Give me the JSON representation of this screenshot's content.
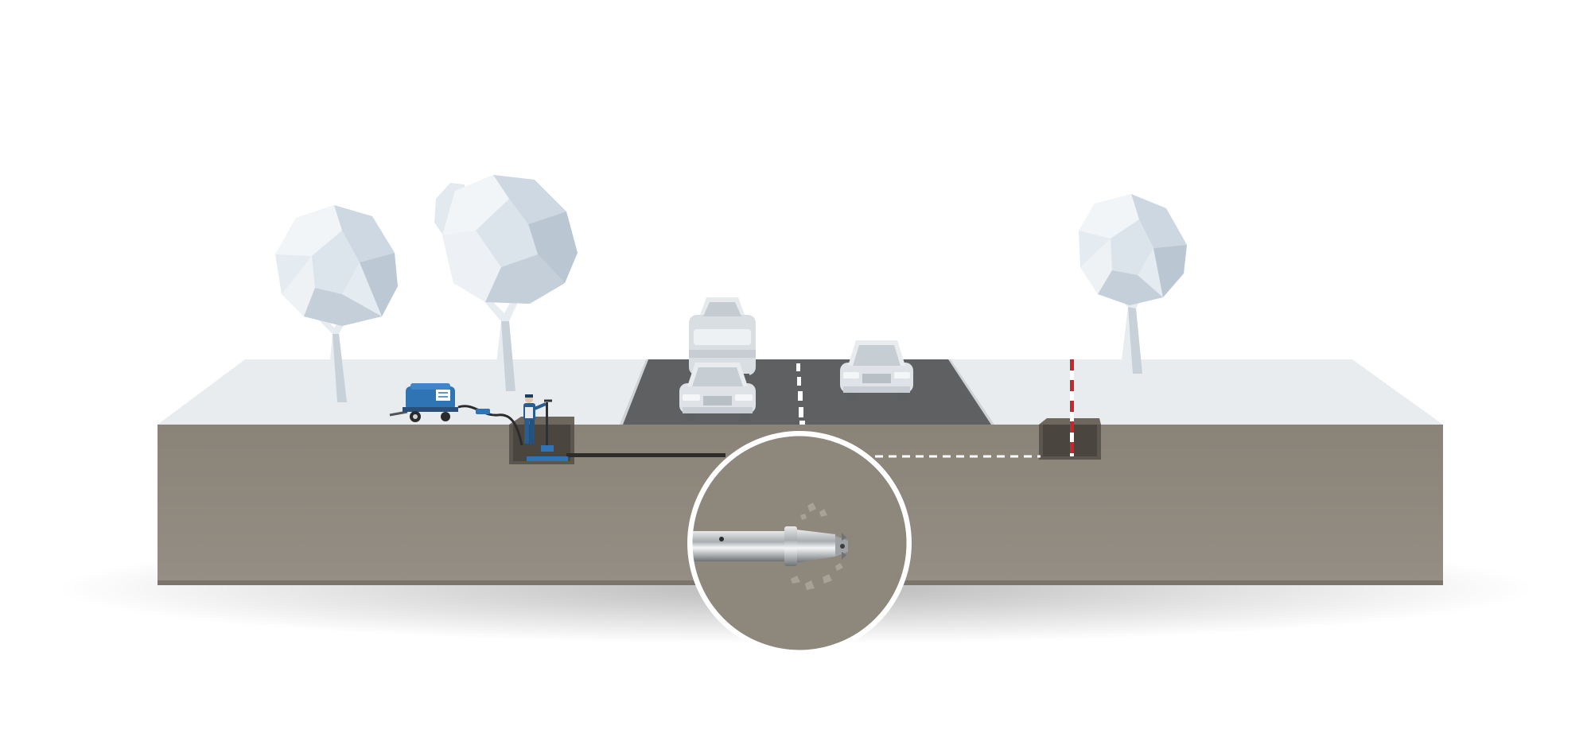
{
  "scene": {
    "type": "trenchless-pipe-installation-illustration",
    "colors": {
      "background": "#ffffff",
      "ground_top": "#e9ecee",
      "soil": "#8f887d",
      "road": "#5f6061",
      "road_marking": "#ffffff",
      "tree_foliage": "#e4ecf2",
      "car_body": "#dfe3e7",
      "compressor_blue": "#2f74b5",
      "worker_blue": "#2a5d8f",
      "marker_red": "#c8262a",
      "bore_path": "#ffffff",
      "tool_steel": "#b9bcbe"
    },
    "elements": {
      "trees": 3,
      "cars": 3,
      "pits": 2,
      "workers": 1,
      "compressors": 1,
      "survey_poles": 1,
      "magnifier": 1
    },
    "icons": [
      "tree-icon",
      "car-icon",
      "compressor-icon",
      "worker-icon",
      "survey-pole-icon",
      "piercing-tool-icon"
    ]
  }
}
